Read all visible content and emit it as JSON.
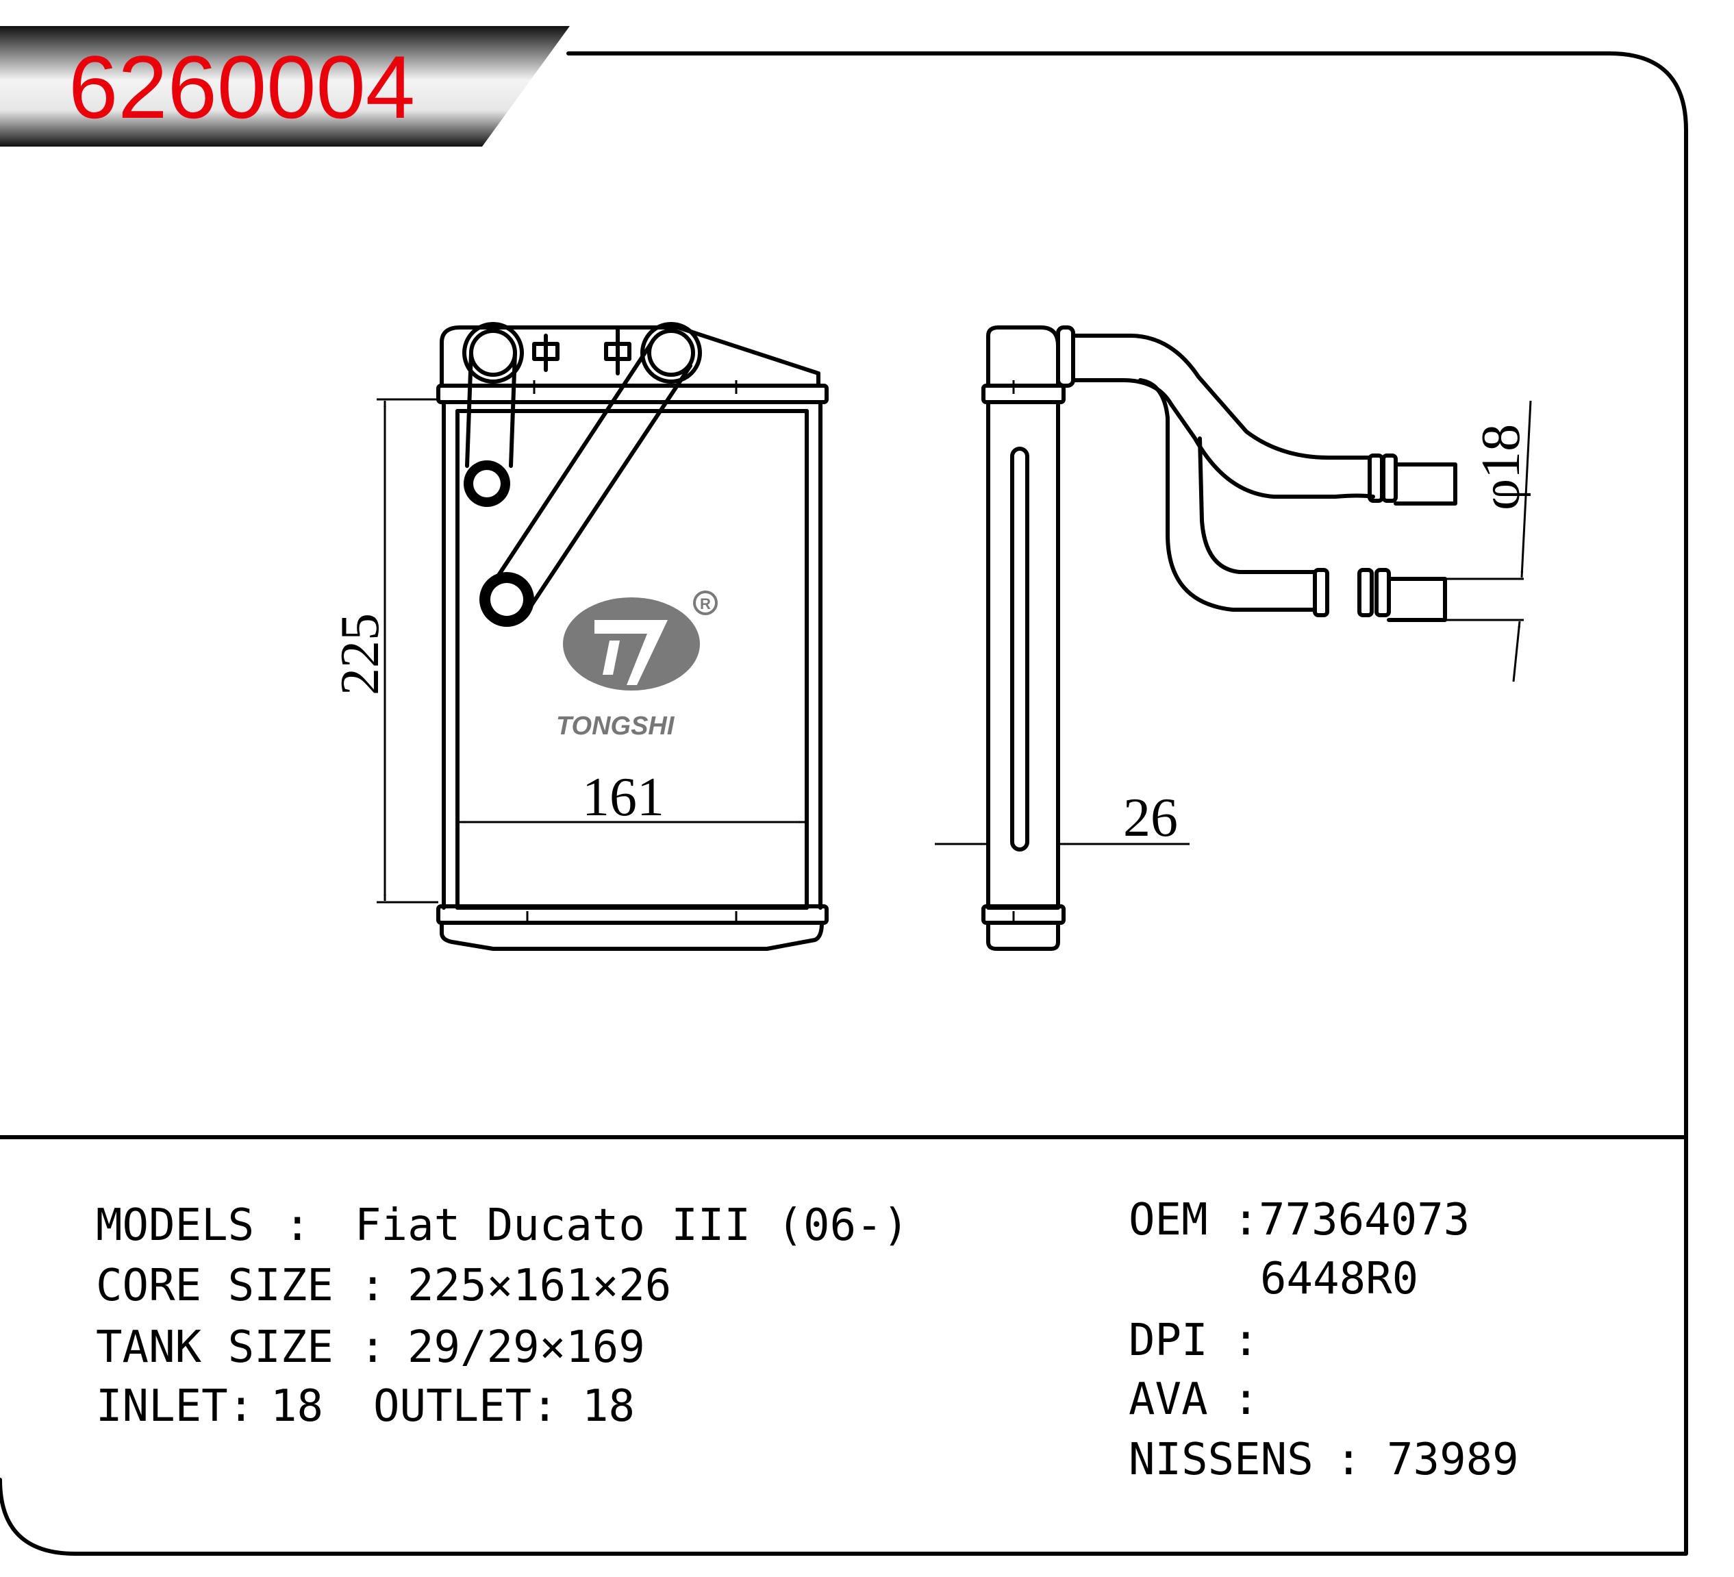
{
  "part_number": "6260004",
  "drawing": {
    "dimensions": {
      "height": "225",
      "width": "161",
      "thickness": "26",
      "pipe_diameter": "φ18"
    },
    "logo": {
      "brand": "TONGSHI",
      "registered_mark": "R"
    }
  },
  "specs": {
    "models": {
      "label": "MODELS",
      "sep": ":",
      "value": "Fiat Ducato III (06-)"
    },
    "core_size": {
      "label": "CORE SIZE",
      "sep": ":",
      "value": "225×161×26"
    },
    "tank_size": {
      "label": "TANK SIZE",
      "sep": ":",
      "value": "29/29×169"
    },
    "inlet": {
      "label": "INLET:",
      "value": "18"
    },
    "outlet": {
      "label": "OUTLET:",
      "value": "18"
    }
  },
  "references": {
    "oem": {
      "label": "OEM",
      "sep": ":",
      "values": [
        "77364073",
        "6448R0"
      ]
    },
    "dpi": {
      "label": "DPI",
      "sep": ":",
      "value": ""
    },
    "ava": {
      "label": "AVA",
      "sep": ":",
      "value": ""
    },
    "nissens": {
      "label": "NISSENS",
      "sep": ":",
      "value": "73989"
    }
  },
  "colors": {
    "part_number": "#e8000b",
    "banner_dark": "#111111",
    "banner_light": "#f2f2f2",
    "logo_gray": "#7a7a7a"
  }
}
